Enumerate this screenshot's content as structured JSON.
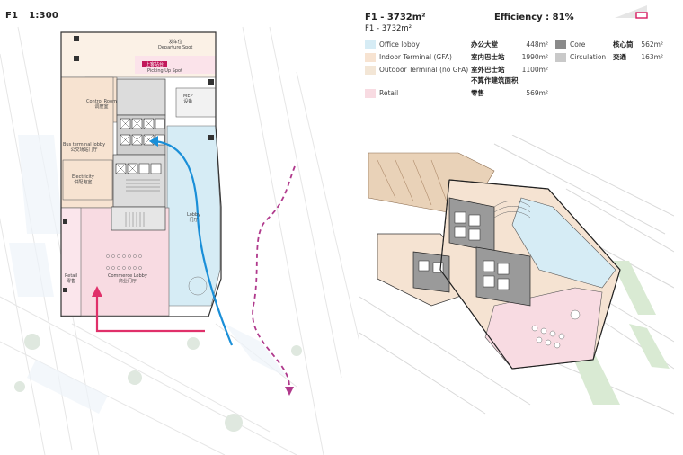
{
  "plan": {
    "title": "F1",
    "scale": "1:300",
    "labels": {
      "departure_en": "发车位",
      "departure_en2": "Departure Spot",
      "picking_cn": "上客站台",
      "picking_en": "Picking Up Spot",
      "control_en": "Control Room",
      "control_cn": "调度室",
      "mep_en": "MEP",
      "mep_cn": "设备",
      "bus_lobby_en": "Bus terminal lobby",
      "bus_lobby_cn": "公交场站门厅",
      "electricity_en": "Electricity",
      "electricity_cn": "供配电室",
      "lobby_en": "Lobby",
      "lobby_cn": "门厅",
      "retail_en": "Retail",
      "retail_cn": "零售",
      "commerce_en": "Commerce Lobby",
      "commerce_cn": "商业门厅"
    }
  },
  "summary": {
    "heading": "F1 - 3732m²",
    "subheading": "F1 - 3732m²",
    "efficiency": "Efficiency : 81%"
  },
  "legend": [
    {
      "en": "Office lobby",
      "cn": "办公大堂",
      "area": "448m²",
      "color": "#d6ecf5"
    },
    {
      "en": "Indoor Terminal (GFA)",
      "cn": "室内巴士站",
      "area": "1990m²",
      "color": "#f7e3d1"
    },
    {
      "en": "Outdoor Terminal (no GFA)",
      "cn": "室外巴士站",
      "area": "1100m²",
      "note": "不算作建筑面积",
      "color": "#f3e6d6"
    },
    {
      "en": "Retail",
      "cn": "零售",
      "area": "569m²",
      "color": "#f8dbe2"
    }
  ],
  "legend_right": [
    {
      "en": "Core",
      "cn": "核心筒",
      "area": "562m²",
      "color": "#8a8a8a"
    },
    {
      "en": "Circulation",
      "cn": "交通",
      "area": "163m²",
      "color": "#c9c9c9"
    }
  ],
  "colors": {
    "office_lobby": "#d6ecf5",
    "terminal": "#f7e3d1",
    "retail": "#f8dbe2",
    "core": "#8a8a8a",
    "arrow_blue": "#1a8fd8",
    "arrow_pink": "#e0306a",
    "arrow_purple": "#b0398c"
  }
}
